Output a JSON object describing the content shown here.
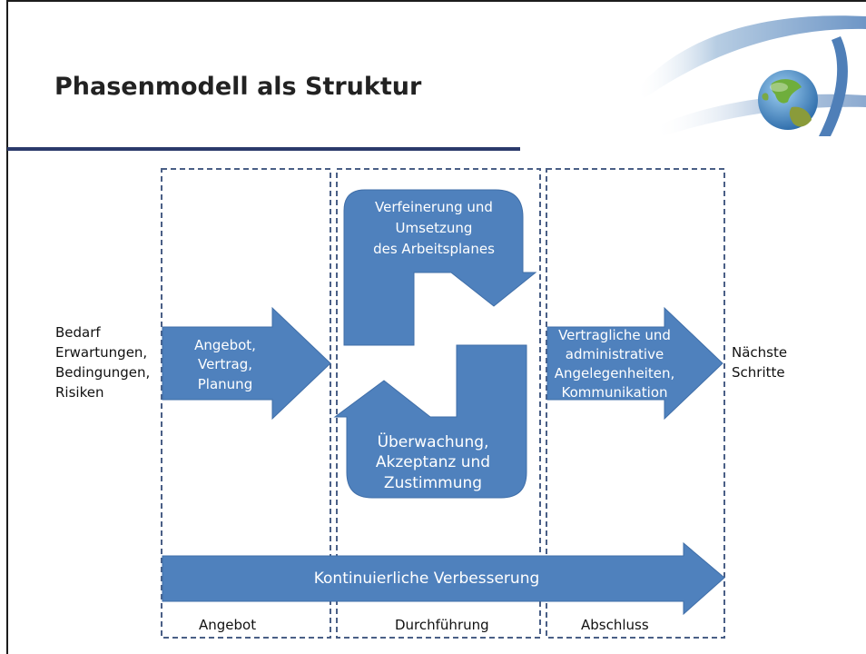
{
  "slide": {
    "title": "Phasenmodell als Struktur"
  },
  "colors": {
    "shape_fill": "#4f81bd",
    "shape_stroke": "#3f6ea8",
    "dashed_border": "#4a5f86",
    "title_rule": "#2b3a6b"
  },
  "diagram": {
    "inputs": [
      "Bedarf",
      "Erwartungen,",
      "Bedingungen,",
      "Risiken"
    ],
    "outputs": [
      "Nächste",
      "Schritte"
    ],
    "arrow_angebot": [
      "Angebot,",
      "Vertrag,",
      "Planung"
    ],
    "arrow_verfeinerung": [
      "Verfeinerung und",
      "Umsetzung",
      "des Arbeitsplanes"
    ],
    "arrow_ueberwachung": [
      "Überwachung,",
      "Akzeptanz und",
      "Zustimmung"
    ],
    "arrow_abschluss": [
      "Vertragliche und",
      "administrative",
      "Angelegenheiten,",
      "Kommunikation"
    ],
    "arrow_kontinuierlich": "Kontinuierliche Verbesserung",
    "phases": [
      "Angebot",
      "Durchführung",
      "Abschluss"
    ]
  },
  "logo": {
    "icon": "globe-eye-logo-icon"
  }
}
